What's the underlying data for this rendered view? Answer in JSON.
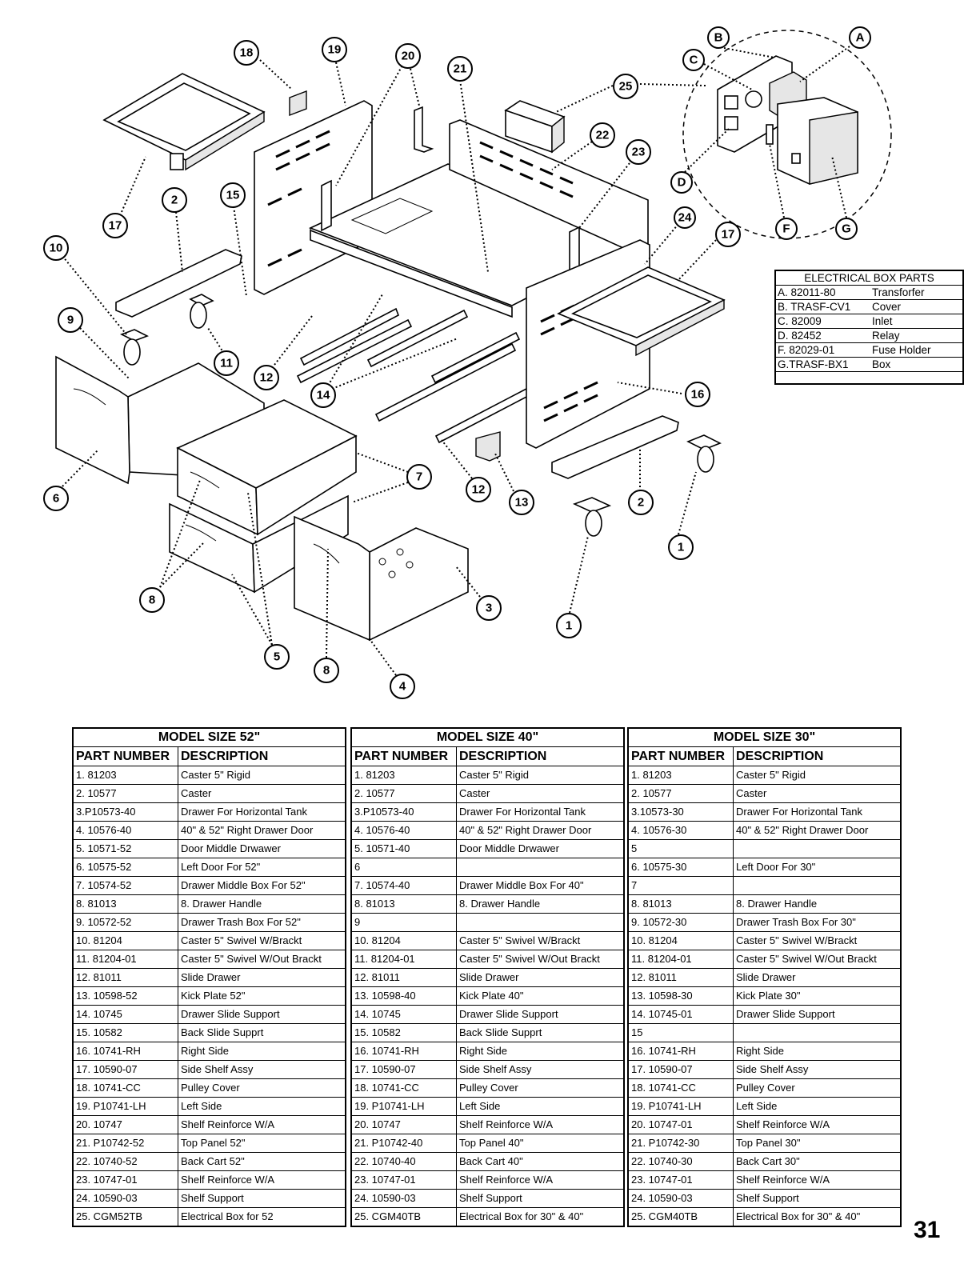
{
  "callouts": {
    "c18": "18",
    "c19": "19",
    "c20": "20",
    "c21": "21",
    "c25": "25",
    "c22": "22",
    "c23": "23",
    "c17a": "17",
    "c2a": "2",
    "c15": "15",
    "c10": "10",
    "c9": "9",
    "c11": "11",
    "c12a": "12",
    "c14": "14",
    "c24": "24",
    "c17b": "17",
    "c16": "16",
    "c6": "6",
    "c7": "7",
    "c12b": "12",
    "c13": "13",
    "c2b": "2",
    "c1a": "1",
    "c3": "3",
    "c8a": "8",
    "c5": "5",
    "c8b": "8",
    "c4": "4",
    "c1b": "1",
    "cB": "B",
    "cA": "A",
    "cC": "C",
    "cD": "D",
    "cF": "F",
    "cG": "G"
  },
  "electrical_box": {
    "title": "ELECTRICAL BOX PARTS",
    "rows": [
      {
        "part": "A. 82011-80",
        "desc": "Transforfer"
      },
      {
        "part": "B. TRASF-CV1",
        "desc": "Cover"
      },
      {
        "part": "C. 82009",
        "desc": "Inlet"
      },
      {
        "part": "D. 82452",
        "desc": "Relay"
      },
      {
        "part": "F. 82029-01",
        "desc": "Fuse Holder"
      },
      {
        "part": "G.TRASF-BX1",
        "desc": "Box"
      }
    ]
  },
  "tables": [
    {
      "title": "MODEL SIZE 52\"",
      "col_part": "PART NUMBER",
      "col_desc": "DESCRIPTION",
      "rows": [
        [
          "1. 81203",
          "Caster 5\" Rigid"
        ],
        [
          "2. 10577",
          "Caster"
        ],
        [
          "3.P10573-40",
          "Drawer For Horizontal Tank"
        ],
        [
          "4. 10576-40",
          "40\" & 52\" Right Drawer Door"
        ],
        [
          "5. 10571-52",
          "Door Middle Drwawer"
        ],
        [
          "6. 10575-52",
          "Left Door For 52\""
        ],
        [
          "7. 10574-52",
          "Drawer Middle Box For 52\""
        ],
        [
          "8. 81013",
          "8. Drawer Handle"
        ],
        [
          "9. 10572-52",
          "Drawer Trash Box For 52\""
        ],
        [
          "10. 81204",
          "Caster 5\" Swivel W/Brackt"
        ],
        [
          "11. 81204-01",
          "Caster 5\" Swivel W/Out Brackt"
        ],
        [
          "12. 81011",
          "Slide Drawer"
        ],
        [
          "13. 10598-52",
          "Kick Plate 52\""
        ],
        [
          "14. 10745",
          "Drawer Slide Support"
        ],
        [
          "15. 10582",
          "Back Slide Supprt"
        ],
        [
          "16. 10741-RH",
          "Right Side"
        ],
        [
          "17. 10590-07",
          "Side Shelf Assy"
        ],
        [
          "18. 10741-CC",
          "Pulley Cover"
        ],
        [
          "19. P10741-LH",
          "Left Side"
        ],
        [
          "20. 10747",
          "Shelf Reinforce W/A"
        ],
        [
          "21. P10742-52",
          "Top Panel 52\""
        ],
        [
          "22. 10740-52",
          "Back Cart 52\""
        ],
        [
          "23. 10747-01",
          "Shelf Reinforce W/A"
        ],
        [
          "24. 10590-03",
          "Shelf Support"
        ],
        [
          "25. CGM52TB",
          "Electrical Box for 52"
        ]
      ]
    },
    {
      "title": "MODEL SIZE 40\"",
      "col_part": "PART NUMBER",
      "col_desc": "DESCRIPTION",
      "rows": [
        [
          "1. 81203",
          "Caster 5\" Rigid"
        ],
        [
          "2. 10577",
          "Caster"
        ],
        [
          "3.P10573-40",
          "Drawer For Horizontal Tank"
        ],
        [
          "4. 10576-40",
          "40\" & 52\" Right Drawer Door"
        ],
        [
          "5. 10571-40",
          "Door Middle Drwawer"
        ],
        [
          "6",
          ""
        ],
        [
          "7. 10574-40",
          "Drawer Middle Box For 40\""
        ],
        [
          "8. 81013",
          "8. Drawer Handle"
        ],
        [
          "9",
          ""
        ],
        [
          "10. 81204",
          "Caster 5\" Swivel W/Brackt"
        ],
        [
          "11. 81204-01",
          "Caster 5\" Swivel W/Out Brackt"
        ],
        [
          "12. 81011",
          "Slide Drawer"
        ],
        [
          "13. 10598-40",
          "Kick Plate 40\""
        ],
        [
          "14. 10745",
          "Drawer Slide Support"
        ],
        [
          "15. 10582",
          "Back Slide Supprt"
        ],
        [
          "16. 10741-RH",
          "Right Side"
        ],
        [
          "17. 10590-07",
          "Side Shelf Assy"
        ],
        [
          "18. 10741-CC",
          "Pulley Cover"
        ],
        [
          "19. P10741-LH",
          "Left Side"
        ],
        [
          "20. 10747",
          "Shelf Reinforce W/A"
        ],
        [
          "21. P10742-40",
          "Top Panel 40\""
        ],
        [
          "22. 10740-40",
          "Back Cart 40\""
        ],
        [
          "23. 10747-01",
          "Shelf Reinforce W/A"
        ],
        [
          "24. 10590-03",
          "Shelf Support"
        ],
        [
          "25. CGM40TB",
          "Electrical Box for 30\" & 40\""
        ]
      ]
    },
    {
      "title": "MODEL SIZE 30\"",
      "col_part": "PART NUMBER",
      "col_desc": "DESCRIPTION",
      "rows": [
        [
          "1. 81203",
          "Caster 5\" Rigid"
        ],
        [
          "2. 10577",
          "Caster"
        ],
        [
          "3.10573-30",
          "Drawer For Horizontal Tank"
        ],
        [
          "4. 10576-30",
          "40\" & 52\" Right Drawer Door"
        ],
        [
          "5",
          ""
        ],
        [
          "6. 10575-30",
          "Left Door For 30\""
        ],
        [
          "7",
          ""
        ],
        [
          "8. 81013",
          "8. Drawer Handle"
        ],
        [
          "9. 10572-30",
          "Drawer Trash Box For 30\""
        ],
        [
          "10. 81204",
          "Caster 5\" Swivel W/Brackt"
        ],
        [
          "11. 81204-01",
          "Caster 5\" Swivel W/Out Brackt"
        ],
        [
          "12. 81011",
          "Slide Drawer"
        ],
        [
          "13. 10598-30",
          "Kick Plate 30\""
        ],
        [
          "14. 10745-01",
          "Drawer Slide Support"
        ],
        [
          "15",
          ""
        ],
        [
          "16. 10741-RH",
          "Right Side"
        ],
        [
          "17. 10590-07",
          "Side Shelf Assy"
        ],
        [
          "18. 10741-CC",
          "Pulley Cover"
        ],
        [
          "19. P10741-LH",
          "Left Side"
        ],
        [
          "20. 10747-01",
          "Shelf Reinforce W/A"
        ],
        [
          "21. P10742-30",
          "Top Panel 30\""
        ],
        [
          "22. 10740-30",
          "Back Cart 30\""
        ],
        [
          "23. 10747-01",
          "Shelf Reinforce W/A"
        ],
        [
          "24. 10590-03",
          "Shelf Support"
        ],
        [
          "25. CGM40TB",
          "Electrical Box for 30\" & 40\""
        ]
      ]
    }
  ],
  "page_number": "31"
}
